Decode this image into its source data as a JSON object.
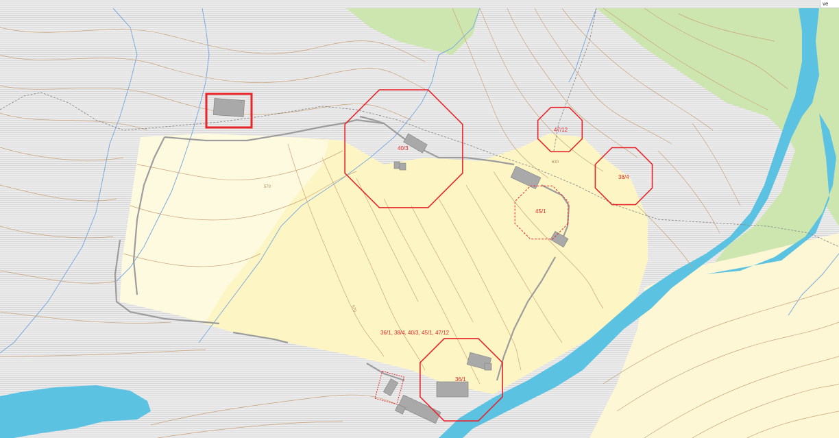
{
  "map": {
    "corner_label": "ve",
    "colors": {
      "background": "#e6e6e6",
      "hatch": "#d5d5d5",
      "yellow_area": "#fdf7c6",
      "forest": "#cde6b0",
      "water": "#5bc2e2",
      "stream": "#7ba9dd",
      "contour": "#c9a277",
      "building": "#a8a8a8",
      "road": "#9a9a9a",
      "circle": "#e8242a"
    },
    "contour_labels": [
      "570",
      "570",
      "630"
    ],
    "markers": [
      {
        "id": "40-3",
        "label": "40/3",
        "style": "solid"
      },
      {
        "id": "47-12",
        "label": "47/12",
        "style": "solid"
      },
      {
        "id": "38-4",
        "label": "38/4",
        "style": "solid"
      },
      {
        "id": "45-1",
        "label": "45/1",
        "style": "dashed"
      },
      {
        "id": "36-1",
        "label": "36/1",
        "style": "solid"
      }
    ],
    "area_label": "36/1, 38/4, 40/3, 45/1, 47/12"
  }
}
